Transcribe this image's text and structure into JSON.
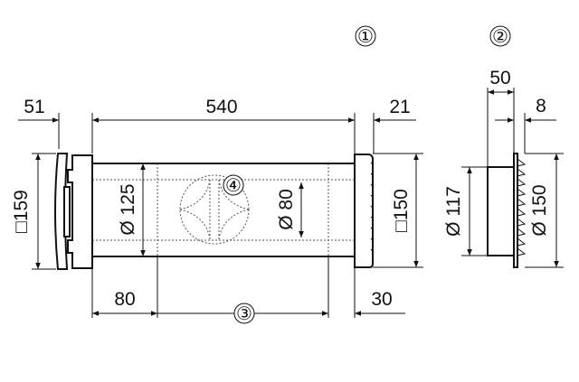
{
  "callouts": {
    "part1": "①",
    "part2": "②",
    "part3": "③",
    "part4": "④"
  },
  "view1": {
    "dim_left_cap": "51",
    "dim_tube_length": "540",
    "dim_right_cap": "21",
    "dim_left_square": "□159",
    "dim_tube_diameter": "Ø 125",
    "dim_inner_diameter": "Ø 80",
    "dim_right_square": "□150",
    "dim_bottom_left": "80",
    "dim_bottom_right": "30"
  },
  "view2": {
    "dim_depth": "50",
    "dim_flange": "8",
    "dim_spigot_diameter": "Ø 117",
    "dim_grille_diameter": "Ø 150"
  },
  "colors": {
    "line": "#111111"
  }
}
